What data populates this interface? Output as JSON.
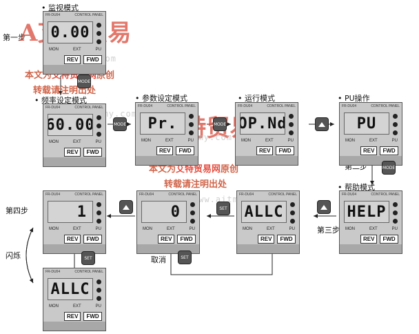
{
  "labels": {
    "monitor_mode": "监视模式",
    "freq_setting_mode": "频率设定模式",
    "param_setting_mode": "参数设定模式",
    "run_mode": "运行模式",
    "pu_operation": "PU操作",
    "help_mode": "帮助模式",
    "step1": "第一步",
    "step2": "第二步",
    "step3": "第三步",
    "step4": "第四步",
    "blink": "闪烁",
    "cancel": "取消"
  },
  "watermark": {
    "line1_prefix": "本文为",
    "line1_brand": "艾特贸易网",
    "line1_suffix": "原创",
    "line2": "转载请注明出处",
    "url": "www.aitmy.com",
    "logo_text": "艾特贸易",
    "logo_url": "www.aitmy.com"
  },
  "panel": {
    "model": "FR-DU04",
    "brand": "CONTROL PANEL",
    "led_mon": "MON",
    "led_ext": "EXT",
    "led_pu": "PU",
    "btn_rev": "REV",
    "btn_fwd": "FWD"
  },
  "displays": {
    "monitor": "0.00",
    "freq": "60.00",
    "param": "Pr.",
    "run": "OP.Nd",
    "pu": "PU",
    "help": "HELP",
    "allc_mid": "ALLC",
    "zero": "0",
    "one": "1",
    "allc_bottom": "ALLC"
  },
  "keys": {
    "mode": "MODE",
    "set": "SET"
  }
}
